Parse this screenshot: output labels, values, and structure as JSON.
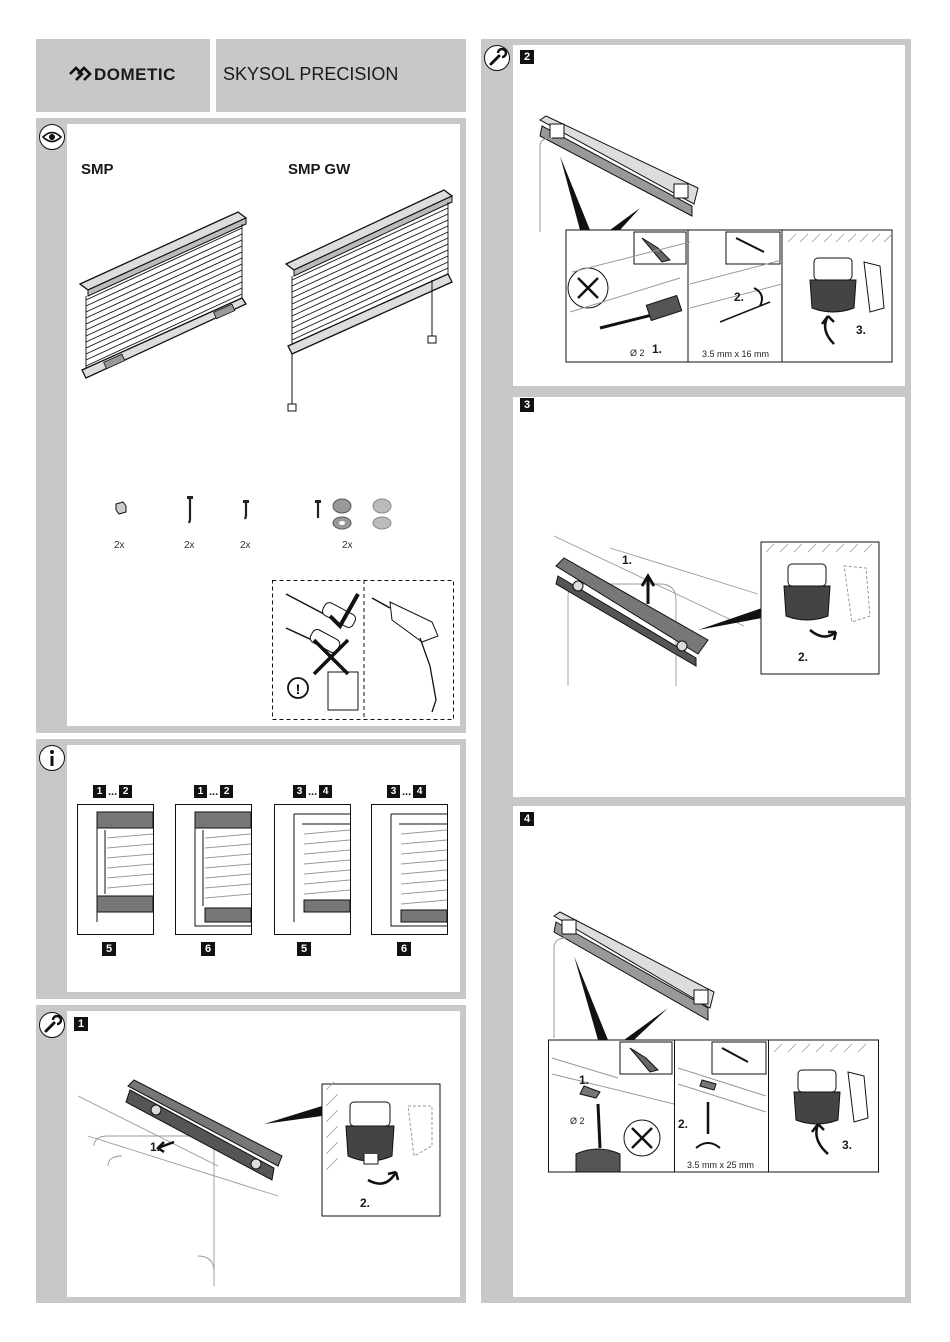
{
  "header": {
    "brand": "DOMETIC",
    "product": "SKYSOL PRECISION"
  },
  "overview": {
    "models": [
      {
        "name": "SMP"
      },
      {
        "name": "SMP GW"
      }
    ],
    "parts": [
      {
        "icon": "clip-icon",
        "qty": "2x"
      },
      {
        "icon": "long-screw-icon",
        "qty": "2x"
      },
      {
        "icon": "short-screw-icon",
        "qty": "2x"
      },
      {
        "icon": "screw-and-caps-icon",
        "qty": "2x"
      }
    ]
  },
  "info": {
    "items": [
      {
        "range_from": "1",
        "range_to": "2",
        "result": "5"
      },
      {
        "range_from": "1",
        "range_to": "2",
        "result": "6"
      },
      {
        "range_from": "3",
        "range_to": "4",
        "result": "5"
      },
      {
        "range_from": "3",
        "range_to": "4",
        "result": "6"
      }
    ],
    "ellipsis": "..."
  },
  "steps": {
    "s1": {
      "num": "1",
      "a": "1.",
      "b": "2."
    },
    "s2": {
      "num": "2",
      "a": "1.",
      "b": "2.",
      "c": "3.",
      "drill": "Ø 2",
      "screw": "3.5 mm x 16 mm"
    },
    "s3": {
      "num": "3",
      "a": "1.",
      "b": "2."
    },
    "s4": {
      "num": "4",
      "a": "1.",
      "b": "2.",
      "c": "3.",
      "drill": "Ø 2",
      "screw": "3.5 mm x 25 mm"
    }
  }
}
